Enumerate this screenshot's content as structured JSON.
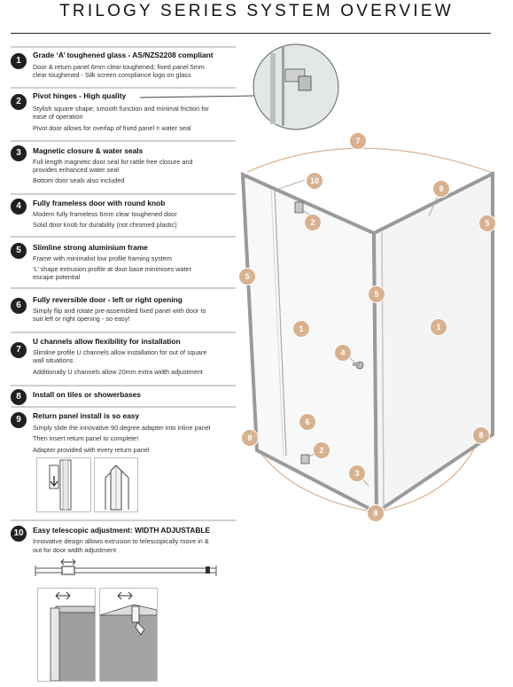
{
  "title": "TRILOGY SERIES SYSTEM OVERVIEW",
  "features": [
    {
      "num": "1",
      "title": "Grade ‘A’ toughened glass - AS/NZS2208 compliant",
      "lines": [
        "Door & return panel 6mm clear toughened; fixed panel 5mm",
        "clear toughened - Silk screen compliance logo on glass"
      ]
    },
    {
      "num": "2",
      "title": "Pivot hinges - High quality",
      "lines": [
        "Stylish square shape; smooth function and minimal friction for",
        "ease of operation",
        "Pivot door allows for overlap of fixed panel = water seal"
      ]
    },
    {
      "num": "3",
      "title": "Magnetic closure & water seals",
      "lines": [
        "Full length magnetic door seal for rattle free closure and",
        "provides enhanced water seal",
        "Bottom door seals also included"
      ]
    },
    {
      "num": "4",
      "title": "Fully frameless door with round knob",
      "lines": [
        "Modern fully frameless 6mm clear toughened door",
        "Solid door knob for durability (not chromed plastic)"
      ]
    },
    {
      "num": "5",
      "title": "Slimline strong aluminium frame",
      "lines": [
        "Frame with minimalist low profile framing system",
        "‘L’ shape extrusion profile at door base minimises water",
        "escape potential"
      ]
    },
    {
      "num": "6",
      "title": "Fully reversible door - left or right opening",
      "lines": [
        "Simply flip and rotate pre-assembled fixed panel with door to",
        "suit left or right opening - so easy!"
      ]
    },
    {
      "num": "7",
      "title": "U channels allow flexibility for installation",
      "lines": [
        "Slimline profile U channels allow installation for out of square",
        "wall situations",
        "Additionally U channels allow 20mm extra width adjustment"
      ]
    },
    {
      "num": "8",
      "title": "Install on tiles or showerbases",
      "lines": []
    },
    {
      "num": "9",
      "title": "Return panel install is so easy",
      "lines": [
        "Simply slide the innovative 90 degree adapter into inline panel",
        "Then insert return panel to complete!",
        "Adapter provided with every return panel"
      ]
    },
    {
      "num": "10",
      "title": "Easy telescopic adjustment: WIDTH ADJUSTABLE",
      "lines": [
        "Innovative design allows extrusion to telescopically move in &",
        "out for door width adjustment"
      ]
    }
  ],
  "callouts": [
    "7",
    "10",
    "9",
    "2",
    "5",
    "5",
    "5",
    "1",
    "1",
    "4",
    "6",
    "2",
    "8",
    "3",
    "8",
    "8"
  ],
  "colors": {
    "badge": "#231f20",
    "callout": "#d8b18e",
    "frame": "#9a9a9a",
    "rule": "#cfcfcf"
  }
}
